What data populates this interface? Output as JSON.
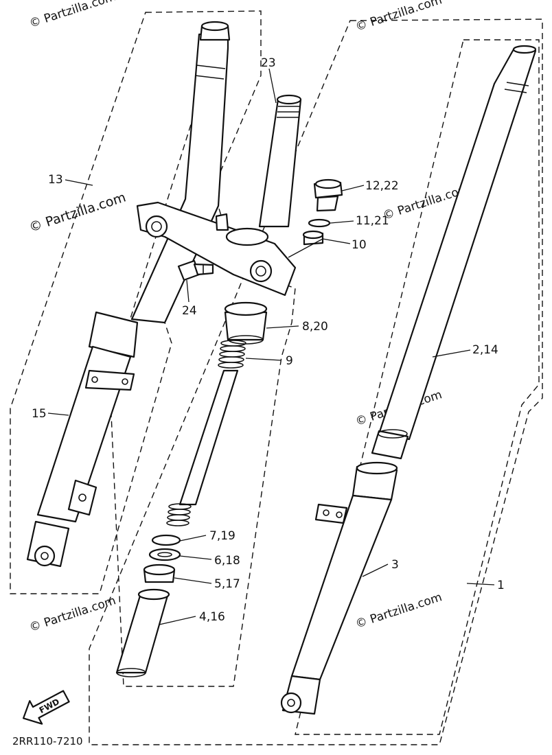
{
  "watermark": {
    "text": "© Partzilla.com"
  },
  "callouts": {
    "c1": "1",
    "c2_14": "2,14",
    "c3": "3",
    "c4_16": "4,16",
    "c5_17": "5,17",
    "c6_18": "6,18",
    "c7_19": "7,19",
    "c8_20": "8,20",
    "c9": "9",
    "c10": "10",
    "c11_21": "11,21",
    "c12_22": "12,22",
    "c13": "13",
    "c15": "15",
    "c23": "23",
    "c24": "24"
  },
  "fwd_label": "FWD",
  "diagram_code": "2RR110-7210"
}
